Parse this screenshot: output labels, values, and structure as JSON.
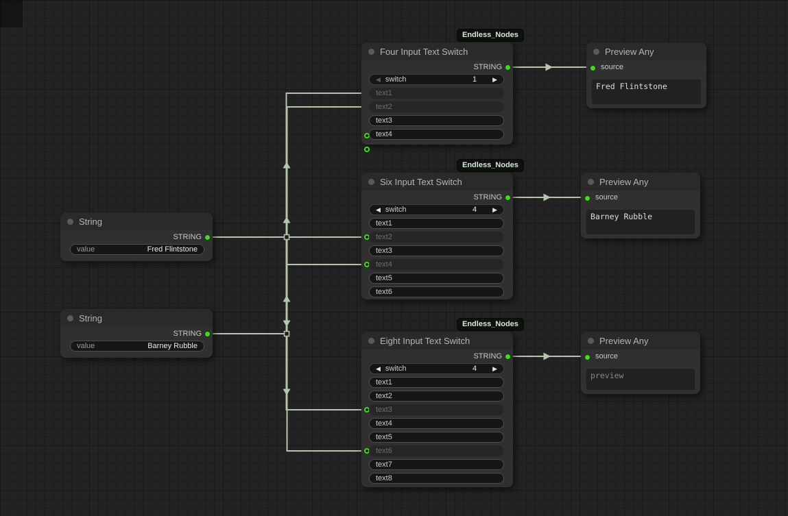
{
  "colors": {
    "accent_green": "#42d824",
    "wire": "#b6c5ad",
    "badge_bg": "#0c120b",
    "node_body": "#303030",
    "node_title": "#2a2a2a"
  },
  "badges": {
    "endless_nodes": "Endless_Nodes"
  },
  "icons": {
    "stepper_left": "◀",
    "stepper_right": "▶"
  },
  "nodes": {
    "string_1": {
      "title": "String",
      "output_label": "STRING",
      "value_widget": {
        "label": "value",
        "value": "Fred Flintstone"
      }
    },
    "string_2": {
      "title": "String",
      "output_label": "STRING",
      "value_widget": {
        "label": "value",
        "value": "Barney Rubble"
      }
    },
    "four_switch": {
      "title": "Four Input Text Switch",
      "output_label": "STRING",
      "switch_widget": {
        "label": "switch",
        "value": "1"
      },
      "rows": [
        {
          "label": "text1"
        },
        {
          "label": "text2"
        },
        {
          "label": "text3"
        },
        {
          "label": "text4"
        }
      ]
    },
    "six_switch": {
      "title": "Six Input Text Switch",
      "output_label": "STRING",
      "switch_widget": {
        "label": "switch",
        "value": "4"
      },
      "rows": [
        {
          "label": "text1"
        },
        {
          "label": "text2"
        },
        {
          "label": "text3"
        },
        {
          "label": "text4"
        },
        {
          "label": "text5"
        },
        {
          "label": "text6"
        }
      ]
    },
    "eight_switch": {
      "title": "Eight Input Text Switch",
      "output_label": "STRING",
      "switch_widget": {
        "label": "switch",
        "value": "4"
      },
      "rows": [
        {
          "label": "text1"
        },
        {
          "label": "text2"
        },
        {
          "label": "text3"
        },
        {
          "label": "text4"
        },
        {
          "label": "text5"
        },
        {
          "label": "text6"
        },
        {
          "label": "text7"
        },
        {
          "label": "text8"
        }
      ]
    },
    "preview_1": {
      "title": "Preview Any",
      "input_label": "source",
      "content": "Fred Flintstone"
    },
    "preview_2": {
      "title": "Preview Any",
      "input_label": "source",
      "content": "Barney Rubble"
    },
    "preview_3": {
      "title": "Preview Any",
      "input_label": "source",
      "content": "preview"
    }
  }
}
